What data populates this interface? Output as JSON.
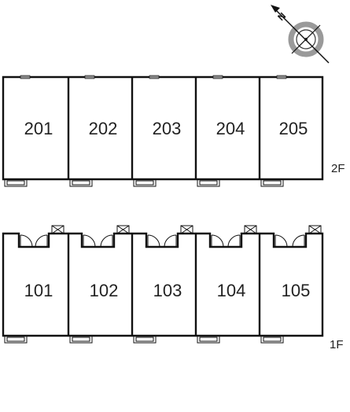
{
  "floors": [
    {
      "label": "2F",
      "units": [
        "201",
        "202",
        "203",
        "204",
        "205"
      ]
    },
    {
      "label": "1F",
      "units": [
        "101",
        "102",
        "103",
        "104",
        "105"
      ]
    }
  ],
  "compass": {
    "north_letter": "N"
  },
  "colors": {
    "line": "#111111",
    "compass_ring": "#9a9a9a",
    "background": "#ffffff"
  }
}
